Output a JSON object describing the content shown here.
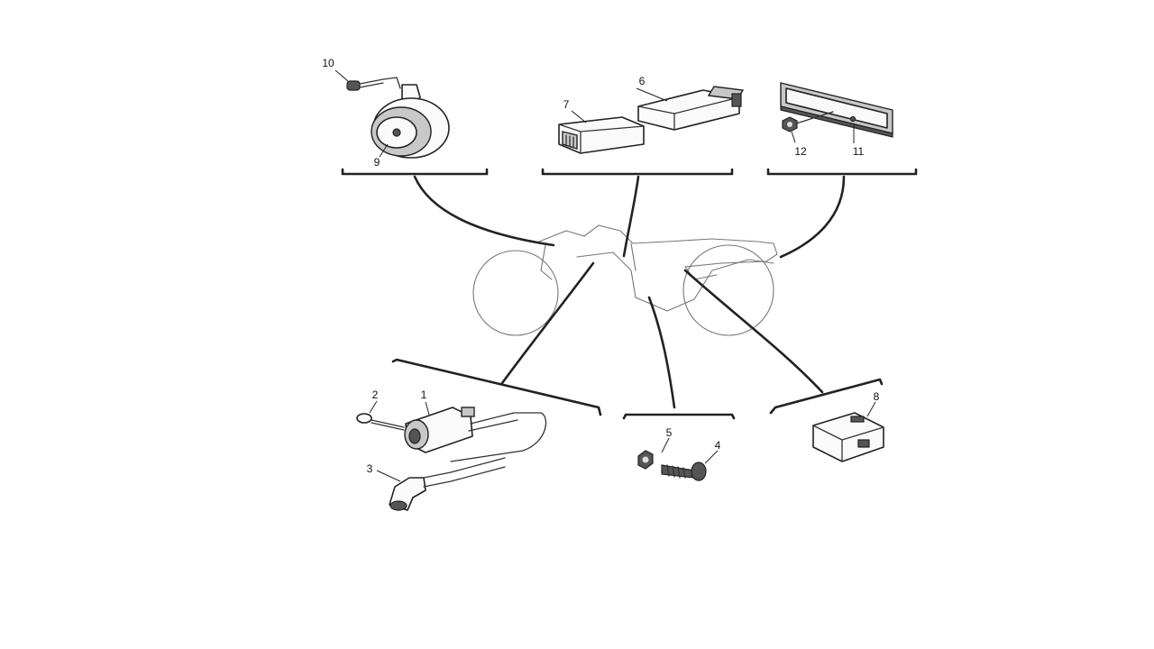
{
  "callouts": [
    {
      "id": "1",
      "label": "1"
    },
    {
      "id": "2",
      "label": "2"
    },
    {
      "id": "3",
      "label": "3"
    },
    {
      "id": "4",
      "label": "4"
    },
    {
      "id": "5",
      "label": "5"
    },
    {
      "id": "6",
      "label": "6"
    },
    {
      "id": "7",
      "label": "7"
    },
    {
      "id": "8",
      "label": "8"
    },
    {
      "id": "9",
      "label": "9"
    },
    {
      "id": "10",
      "label": "10"
    },
    {
      "id": "11",
      "label": "11"
    },
    {
      "id": "12",
      "label": "12"
    }
  ],
  "icons": {
    "horn": "horn-icon",
    "cdi_unit": "cdi-unit-icon",
    "regulator": "regulator-icon",
    "reflector": "reflector-icon",
    "ignition_coil": "ignition-coil-icon",
    "flasher_relay": "flasher-relay-icon",
    "motorcycle": "motorcycle-outline-icon"
  }
}
